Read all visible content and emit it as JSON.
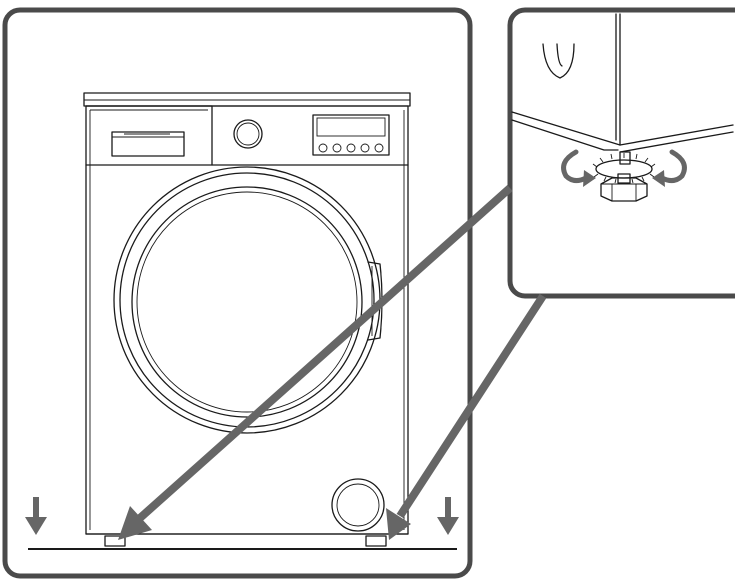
{
  "figure": {
    "subject": "washing-machine-leveling-feet",
    "main_panel": {
      "appliance": "washing-machine",
      "indicator_lights": 5
    },
    "detail_panel": {
      "subject": "adjustable-foot",
      "rotation_arrows": 2
    },
    "colors": {
      "panel_border": "#4a4a4a",
      "pointer_arrows": "#666666",
      "linework": "#1a1a1a",
      "background": "#ffffff"
    }
  }
}
